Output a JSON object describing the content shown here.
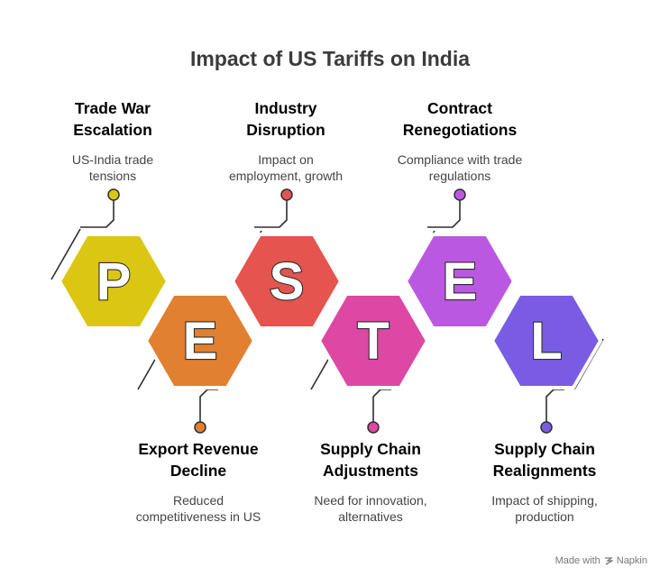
{
  "title": "Impact of US Tariffs on India",
  "items": [
    {
      "letter": "P",
      "title_line1": "Trade War",
      "title_line2": "Escalation",
      "desc_line1": "US-India trade",
      "desc_line2": "tensions",
      "color": "#dcc614"
    },
    {
      "letter": "E",
      "title_line1": "Export Revenue",
      "title_line2": "Decline",
      "desc_line1": "Reduced",
      "desc_line2": "competitiveness in US",
      "color": "#e08030"
    },
    {
      "letter": "S",
      "title_line1": "Industry",
      "title_line2": "Disruption",
      "desc_line1": "Impact on",
      "desc_line2": "employment, growth",
      "color": "#e5544f"
    },
    {
      "letter": "T",
      "title_line1": "Supply Chain",
      "title_line2": "Adjustments",
      "desc_line1": "Need for innovation,",
      "desc_line2": "alternatives",
      "color": "#dc48a4"
    },
    {
      "letter": "E",
      "title_line1": "Contract",
      "title_line2": "Renegotiations",
      "desc_line1": "Compliance with trade",
      "desc_line2": "regulations",
      "color": "#bb58e2"
    },
    {
      "letter": "L",
      "title_line1": "Supply Chain",
      "title_line2": "Realignments",
      "desc_line1": "Impact of shipping,",
      "desc_line2": "production",
      "color": "#7a5ce4"
    }
  ],
  "footer": {
    "made_with": "Made with",
    "brand": "Napkin",
    "icon": "napkin-icon"
  }
}
